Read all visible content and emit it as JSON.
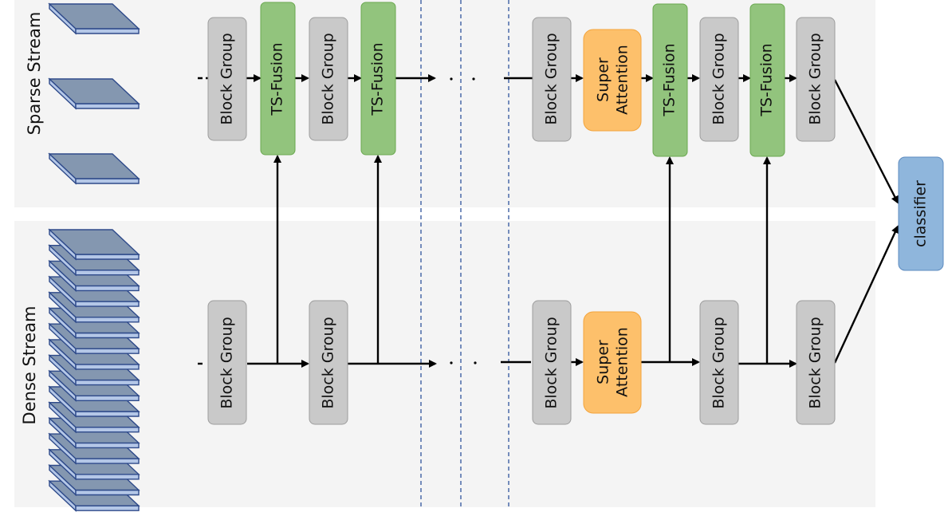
{
  "streams": {
    "sparse_label": "Sparse Stream",
    "dense_label": "Dense Stream"
  },
  "labels": {
    "block_group": "Block Group",
    "ts_fusion": "TS-Fusion",
    "super_attention_line1": "Super",
    "super_attention_line2": "Attention",
    "classifier": "classifier"
  },
  "stream_frames": {
    "sparse": 3,
    "dense": 17
  },
  "colors": {
    "panel_bg": "#f4f4f4",
    "block_fill": "#c9c9c9",
    "block_stroke": "#9d9d9d",
    "fusion_fill": "#92c47d",
    "fusion_stroke": "#6aa84f",
    "attention_fill": "#fdc06b",
    "attention_stroke": "#f3a43c",
    "classifier_fill": "#8fb6dc",
    "classifier_stroke": "#5d8bbf",
    "frame_top": "#8497b0",
    "frame_side": "#b4c7e7",
    "frame_stroke": "#2e4a8a",
    "divider": "#4a6aa8",
    "arrow": "#000000"
  }
}
